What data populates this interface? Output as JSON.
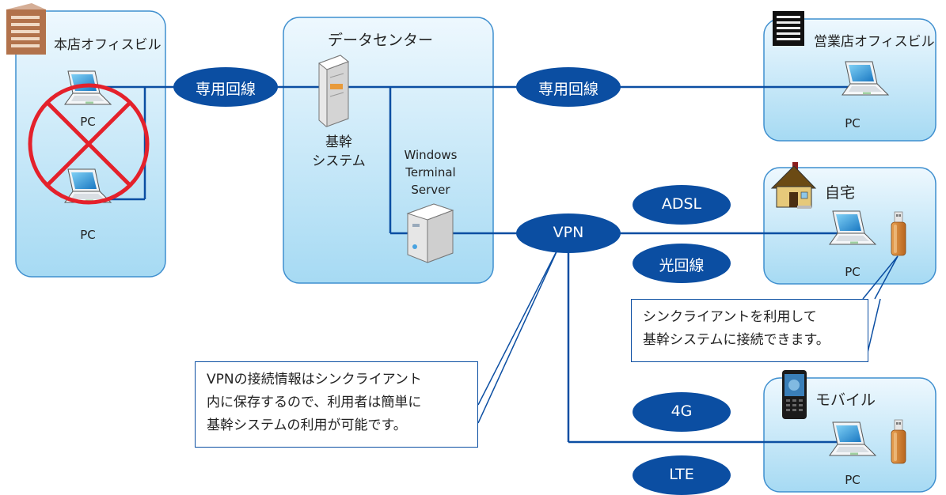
{
  "colors": {
    "line": "#0b4ea2",
    "oval": "#0b4ea2",
    "panel_top": "#eaf6fd",
    "panel_bottom": "#a9dcf4",
    "panel_border": "#3f8fcf",
    "cross": "#e4212b"
  },
  "head_office": {
    "title": "本店オフィスビル",
    "pc1": "PC",
    "pc2": "PC"
  },
  "datacenter": {
    "title": "データセンター",
    "core_system_line1": "基幹",
    "core_system_line2": "システム",
    "wts_line1": "Windows",
    "wts_line2": "Terminal",
    "wts_line3": "Server"
  },
  "branch": {
    "title": "営業店オフィスビル",
    "pc": "PC"
  },
  "home": {
    "title": "自宅",
    "pc": "PC"
  },
  "mobile": {
    "title": "モバイル",
    "pc": "PC"
  },
  "links": {
    "leased_left": "専用回線",
    "leased_right": "専用回線",
    "vpn": "VPN",
    "adsl": "ADSL",
    "fiber": "光回線",
    "g4": "4G",
    "lte": "LTE"
  },
  "callouts": {
    "thin_client": [
      "シンクライアントを利用して",
      "基幹システムに接続できます。"
    ],
    "vpn_info": [
      "VPNの接続情報はシンクライアント",
      "内に保存するので、利用者は簡単に",
      "基幹システムの利用が可能です。"
    ]
  }
}
